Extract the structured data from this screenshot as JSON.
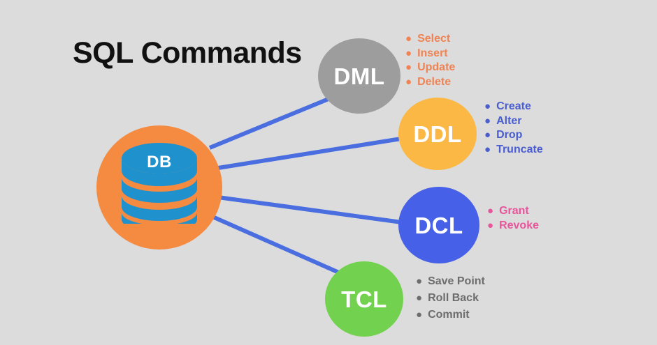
{
  "page": {
    "title": "SQL Commands",
    "background_color": "#dcdcdc"
  },
  "center_node": {
    "label": "DB",
    "icon": "database-cylinder-icon",
    "circle_color": "#f58a41",
    "cylinder_color": "#1f92ce"
  },
  "edge_color": "#4a6ee0",
  "categories": [
    {
      "id": "dml",
      "label": "DML",
      "circle_color": "#9d9d9d",
      "list_color": "#ef8354",
      "commands": [
        "Select",
        "Insert",
        "Update",
        "Delete"
      ]
    },
    {
      "id": "ddl",
      "label": "DDL",
      "circle_color": "#fbb844",
      "list_color": "#4a5ed0",
      "commands": [
        "Create",
        "Alter",
        "Drop",
        "Truncate"
      ]
    },
    {
      "id": "dcl",
      "label": "DCL",
      "circle_color": "#4760e8",
      "list_color": "#e8559b",
      "commands": [
        "Grant",
        "Revoke"
      ]
    },
    {
      "id": "tcl",
      "label": "TCL",
      "circle_color": "#72d14f",
      "list_color": "#6d6d6d",
      "commands": [
        "Save Point",
        "Roll Back",
        "Commit"
      ]
    }
  ]
}
